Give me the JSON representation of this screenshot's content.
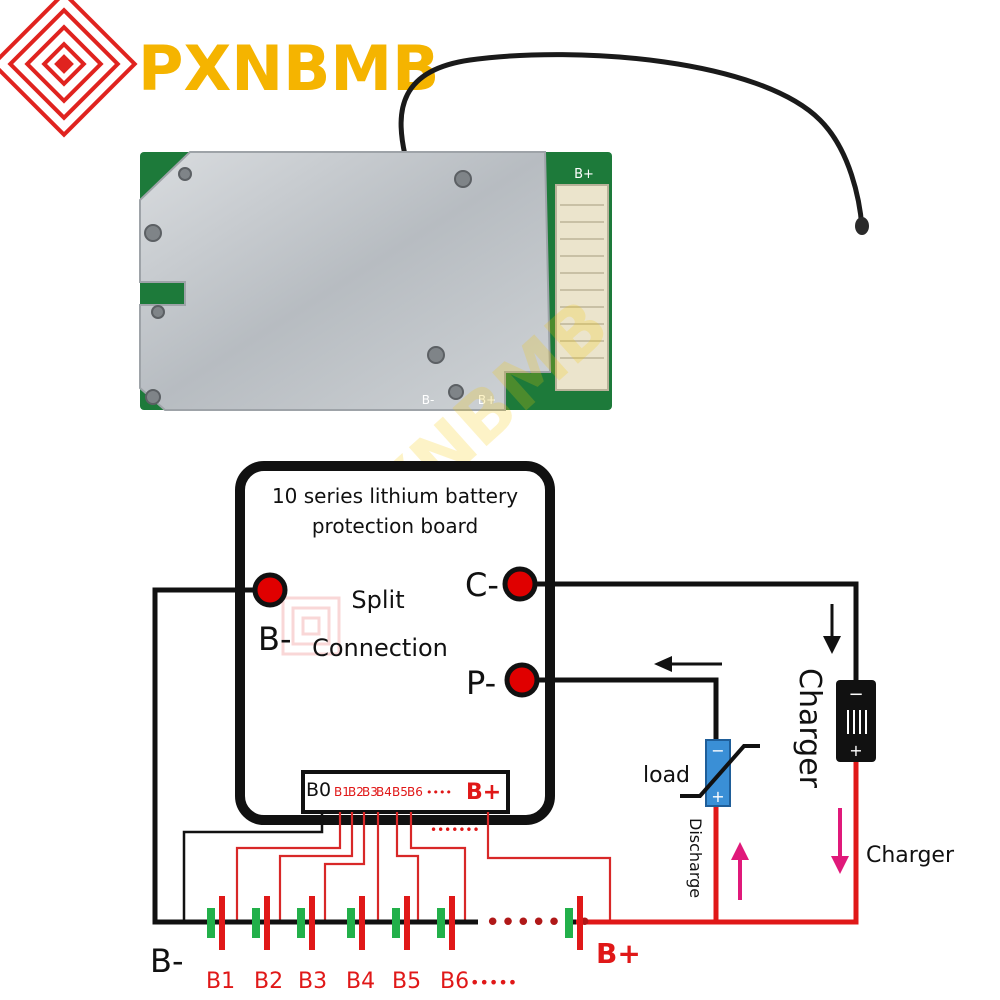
{
  "brand": {
    "name": "PXNBMB",
    "watermark": "PXNBMB",
    "color": "#f5b400",
    "logo_color": "#e0231f"
  },
  "product_photo": {
    "board_label_top": "B+",
    "board_label_bottom_left": "B-",
    "board_label_bottom_right": "B+"
  },
  "board": {
    "title_line1": "10 series lithium battery",
    "title_line2": "protection board",
    "terminals": {
      "b_minus": "B-",
      "c_minus": "C-",
      "p_minus": "P-"
    },
    "split_line1": "Split",
    "split_line2": "Connection",
    "connector_labels": [
      "B0",
      "B1",
      "B2",
      "B3",
      "B4",
      "B5",
      "B6",
      "••••",
      "B+"
    ]
  },
  "load": {
    "label": "load",
    "discharge_label": "Discharge",
    "minus": "−",
    "plus": "+"
  },
  "charger": {
    "label": "Charger",
    "side_label": "Charger",
    "minus": "−",
    "plus": "+"
  },
  "battery": {
    "b_minus": "B-",
    "b_plus": "B+",
    "cells": [
      "B1",
      "B2",
      "B3",
      "B4",
      "B5"
    ],
    "last_cell": "B6",
    "more": "•••••",
    "dots": "•••••••"
  },
  "colors": {
    "wire_black": "#111111",
    "wire_red": "#e01818",
    "cell_green": "#22b04a",
    "arrow_magenta": "#e0197a",
    "terminal_red": "#e00000",
    "load_blue": "#3a8fd6"
  }
}
